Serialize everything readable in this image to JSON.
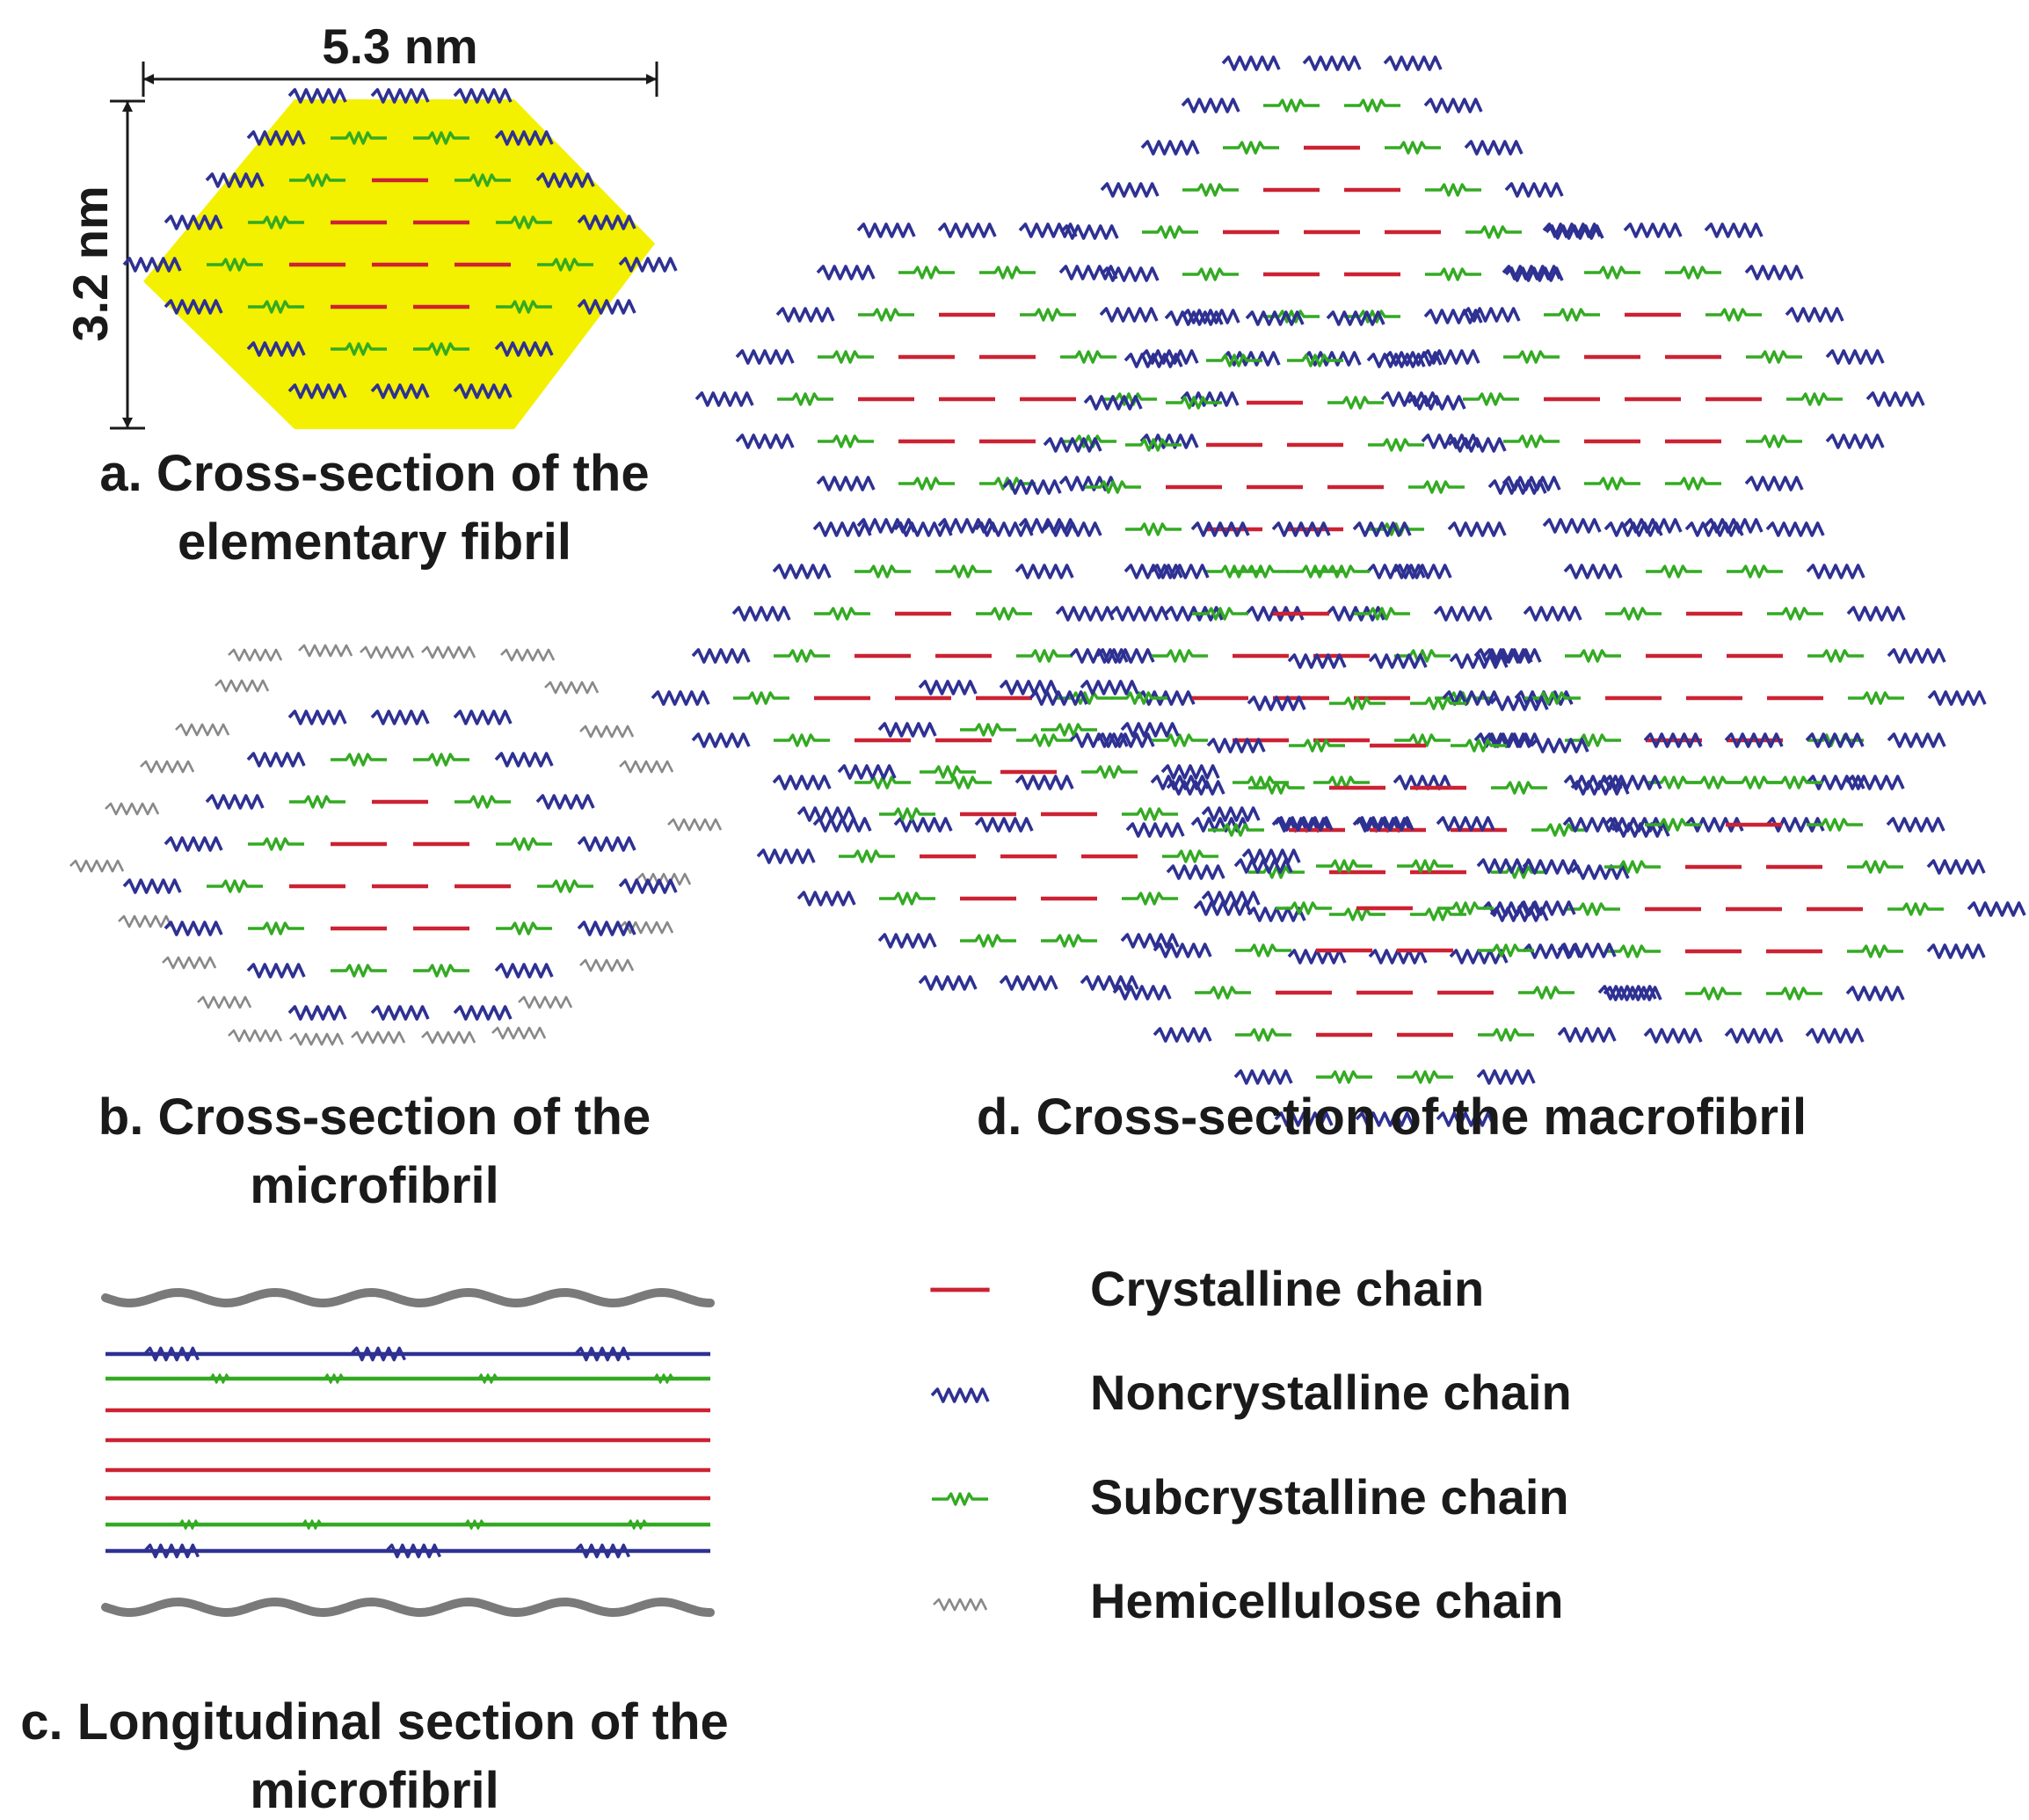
{
  "panels": {
    "a": {
      "caption_line1": "a. Cross-section of the",
      "caption_line2": "elementary fibril",
      "width_label": "5.3 nm",
      "height_label": "3.2 nm"
    },
    "b": {
      "caption_line1": "b. Cross-section of the",
      "caption_line2": "microfibril"
    },
    "c": {
      "caption_line1": "c. Longitudinal section of the",
      "caption_line2": "microfibril"
    },
    "d": {
      "caption": "d. Cross-section of the macrofibril"
    }
  },
  "legend": [
    {
      "key": "crystalline",
      "label": "Crystalline chain",
      "color": "#cc2233"
    },
    {
      "key": "noncrystalline",
      "label": "Noncrystalline chain",
      "color": "#2e3192"
    },
    {
      "key": "subcrystalline",
      "label": "Subcrystalline chain",
      "color": "#33aa22"
    },
    {
      "key": "hemicellulose",
      "label": "Hemicellulose chain",
      "color": "#888888"
    }
  ],
  "colors": {
    "fibril_fill": "#f3f000",
    "crystalline": "#cc2233",
    "noncrystalline": "#2e3192",
    "subcrystalline": "#33aa22",
    "hemicellulose": "#888888",
    "hemicellulose_band": "#7a7a7a",
    "text": "#1a1a1a"
  },
  "fibril_layout": [
    "NNN",
    "NSSN",
    "NSCSN",
    "NSCCSN",
    "NSCCCSN",
    "NSCCSN",
    "NSSN",
    "NNN"
  ]
}
